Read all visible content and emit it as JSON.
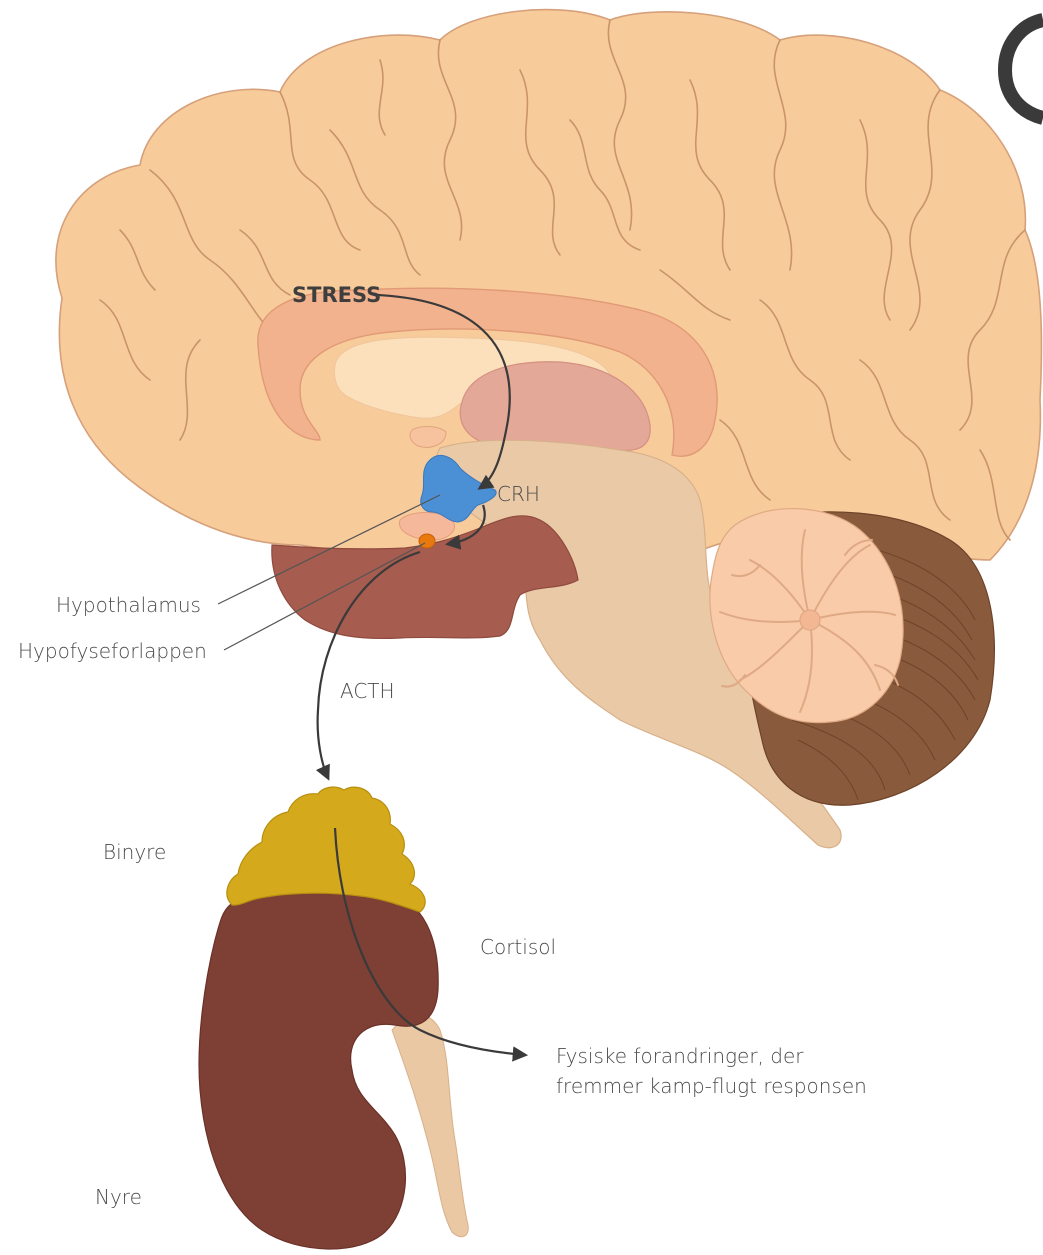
{
  "labels": {
    "stress": "STRESS",
    "crh": "CRH",
    "hypothalamus": "Hypothalamus",
    "hypofyseforlappen": "Hypofyseforlappen",
    "acth": "ACTH",
    "binyre": "Binyre",
    "cortisol": "Cortisol",
    "response_line1": "Fysiske forandringer, der",
    "response_line2": "fremmer kamp-flugt responsen",
    "nyre": "Nyre"
  },
  "colors": {
    "cortex": "#f8cb9b",
    "cingulate": "#f2b28d",
    "ventricle": "#fce0bb",
    "thalamus": "#e4a898",
    "brainstem": "#e9c9a6",
    "hypothalamus": "#4b8fd4",
    "pituitary": "#e8790f",
    "temporal": "#a65c4e",
    "cerebellum_dark": "#8a5a3c",
    "cerebellum_light": "#f9cba8",
    "adrenal": "#d4a91c",
    "kidney": "#7e3f35",
    "ureter": "#eac8a3",
    "arrow": "#3a3a3a"
  }
}
